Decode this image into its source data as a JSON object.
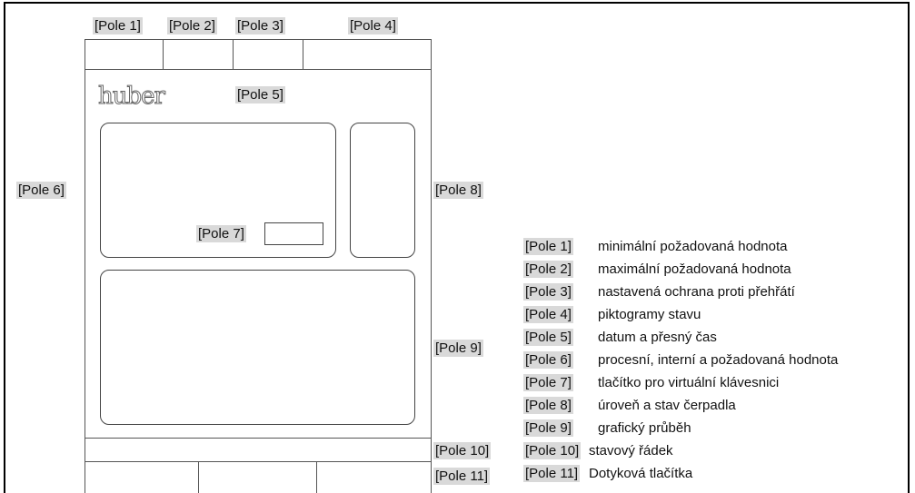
{
  "fields": {
    "f1": "[Pole 1]",
    "f2": "[Pole 2]",
    "f3": "[Pole 3]",
    "f4": "[Pole 4]",
    "f5": "[Pole 5]",
    "f6": "[Pole 6]",
    "f7": "[Pole 7]",
    "f8": "[Pole 8]",
    "f9": "[Pole 9]",
    "f10": "[Pole 10]",
    "f11": "[Pole 11]"
  },
  "logo_text": "huber",
  "legend": [
    {
      "tag": "[Pole 1]",
      "text": "minimální požadovaná hodnota"
    },
    {
      "tag": "[Pole 2]",
      "text": "maximální požadovaná hodnota"
    },
    {
      "tag": "[Pole 3]",
      "text": "nastavená ochrana proti přehřátí"
    },
    {
      "tag": "[Pole 4]",
      "text": "piktogramy stavu"
    },
    {
      "tag": "[Pole 5]",
      "text": "datum a přesný čas"
    },
    {
      "tag": "[Pole 6]",
      "text": "procesní, interní a požadovaná hodnota"
    },
    {
      "tag": "[Pole 7]",
      "text": "tlačítko pro virtuální klávesnici"
    },
    {
      "tag": "[Pole 8]",
      "text": "úroveň a stav čerpadla"
    },
    {
      "tag": "[Pole 9]",
      "text": "grafický průběh"
    },
    {
      "tag": "[Pole 10]",
      "text": "stavový řádek"
    },
    {
      "tag": "[Pole 11]",
      "text": "Dotyková tlačítka"
    }
  ]
}
